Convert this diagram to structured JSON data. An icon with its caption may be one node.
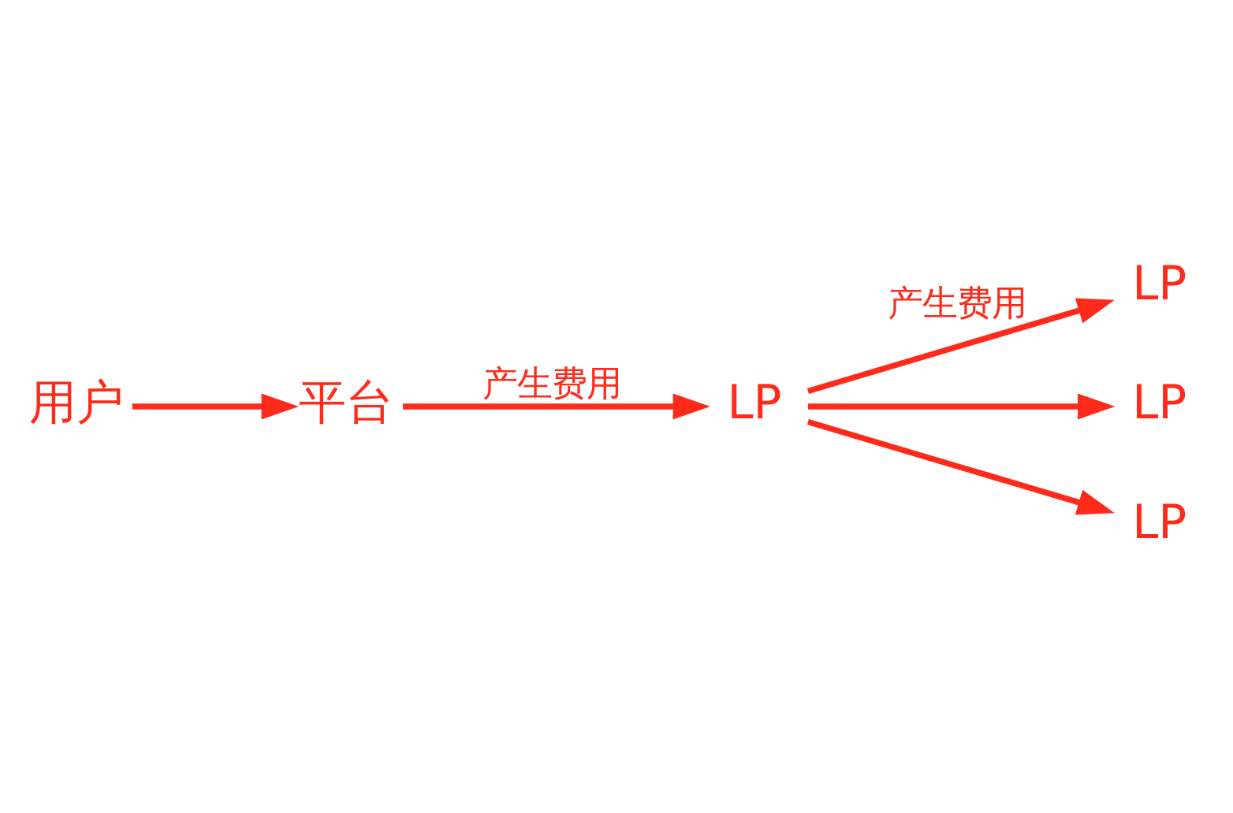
{
  "diagram": {
    "nodes": [
      {
        "text": [
          "用户"
        ]
      },
      {
        "text": [
          "平台"
        ]
      },
      {
        "text": [
          "LP"
        ]
      },
      {
        "text": [
          "LP"
        ]
      },
      {
        "text": [
          "LP"
        ]
      },
      {
        "text": [
          "LP"
        ]
      }
    ],
    "edges": [
      {
        "from": 0,
        "to": 1,
        "arrow": "to"
      },
      {
        "from": 1,
        "to": 2,
        "arrow": "to",
        "label": "产生费用"
      },
      {
        "from": 2,
        "to": 3,
        "arrow": "to",
        "label": "产生费用"
      },
      {
        "from": 2,
        "to": 4,
        "arrow": "to"
      },
      {
        "from": 2,
        "to": 5,
        "arrow": "to"
      }
    ]
  }
}
